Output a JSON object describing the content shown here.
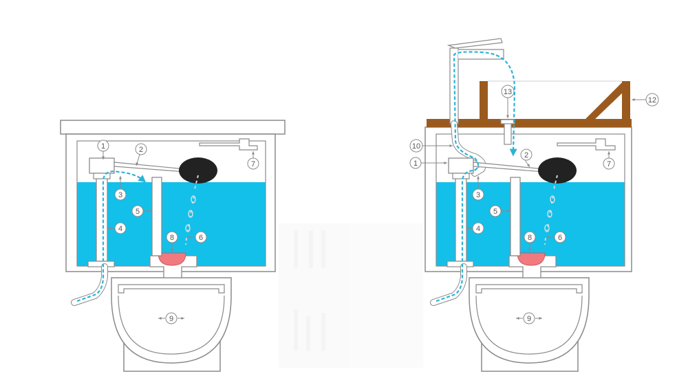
{
  "colors": {
    "water": "#13c0ea",
    "outline": "#8a8a8a",
    "float_ball": "#222222",
    "flapper": "#f07a80",
    "wood": "#9a5a1e",
    "flow_arrow": "#2bb3d6",
    "background": "#ffffff"
  },
  "left_diagram": {
    "labels": [
      "1",
      "2",
      "3",
      "4",
      "5",
      "6",
      "7",
      "8",
      "9"
    ]
  },
  "right_diagram": {
    "labels": [
      "1",
      "2",
      "3",
      "4",
      "5",
      "6",
      "7",
      "8",
      "9",
      "10",
      "12",
      "13"
    ]
  }
}
